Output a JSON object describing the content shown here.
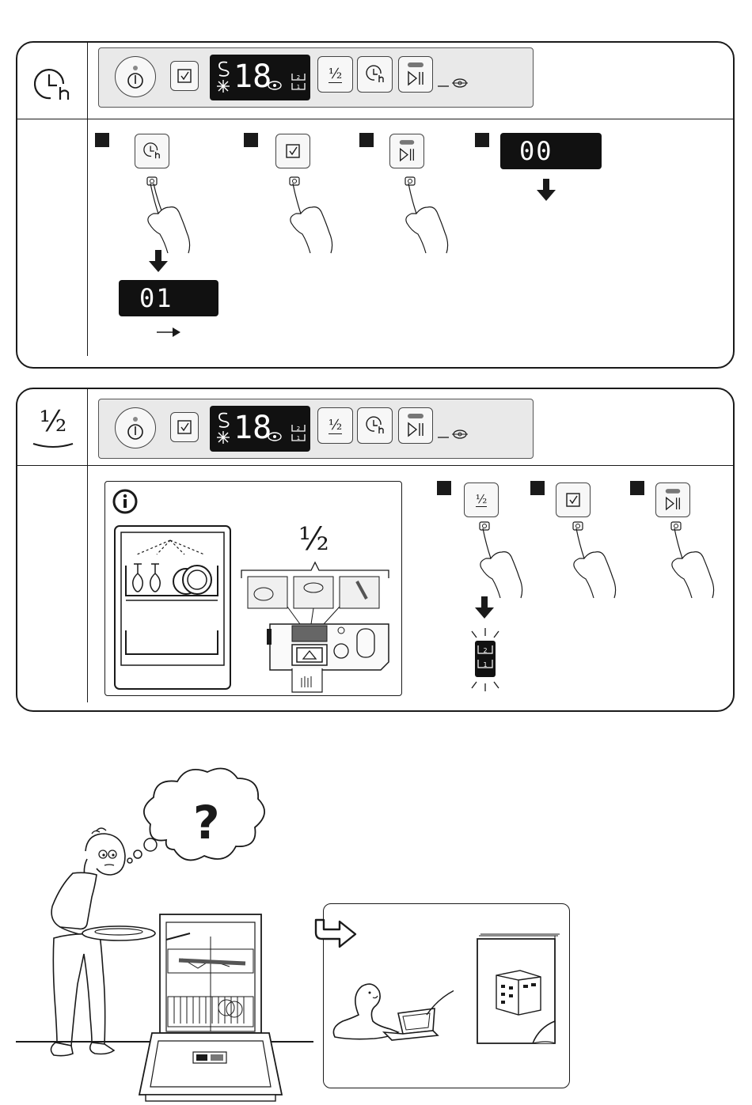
{
  "section_delay": {
    "option_icon": "delay-start-clock-icon",
    "control_panel": {
      "display_digits": "18",
      "half_label": "½",
      "icons": [
        "power-icon",
        "program-select-icon",
        "salt-icon",
        "rinse-aid-icon",
        "basket-indicator-icon",
        "half-load-icon",
        "delay-start-icon",
        "start-pause-icon",
        "water-tap-icon"
      ]
    },
    "steps": {
      "step1_display": "01",
      "step4_display": "00"
    }
  },
  "section_half": {
    "option_label": "½",
    "control_panel": {
      "display_digits": "18",
      "half_label": "½"
    },
    "info_box": {
      "info_icon": "info-icon",
      "half_label": "½"
    },
    "steps": {
      "button_half_label": "½",
      "indicator_top": "2",
      "indicator_bottom": "1"
    }
  },
  "help_section": {
    "thought_symbol": "?",
    "icons": [
      "confused-user-icon",
      "dishwasher-open-icon",
      "redirect-arrow-icon",
      "person-with-laptop-icon",
      "manual-booklet-icon"
    ]
  },
  "colors": {
    "ink": "#1a1a1a",
    "panel_bg": "#e9e9e9",
    "lcd": "#111111"
  }
}
